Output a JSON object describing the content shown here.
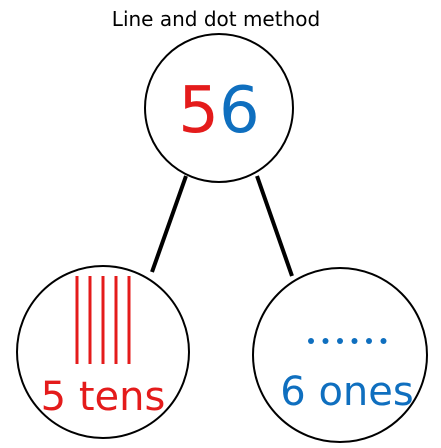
{
  "title": "Line and dot method",
  "whole": {
    "tens_digit": "5",
    "ones_digit": "6"
  },
  "tens_part": {
    "label": "5 tens",
    "line_count": 5
  },
  "ones_part": {
    "label": "6 ones",
    "dot_count": 6
  },
  "colors": {
    "tens": "#e41b1b",
    "ones": "#0f6fbf",
    "outline": "#000000"
  }
}
